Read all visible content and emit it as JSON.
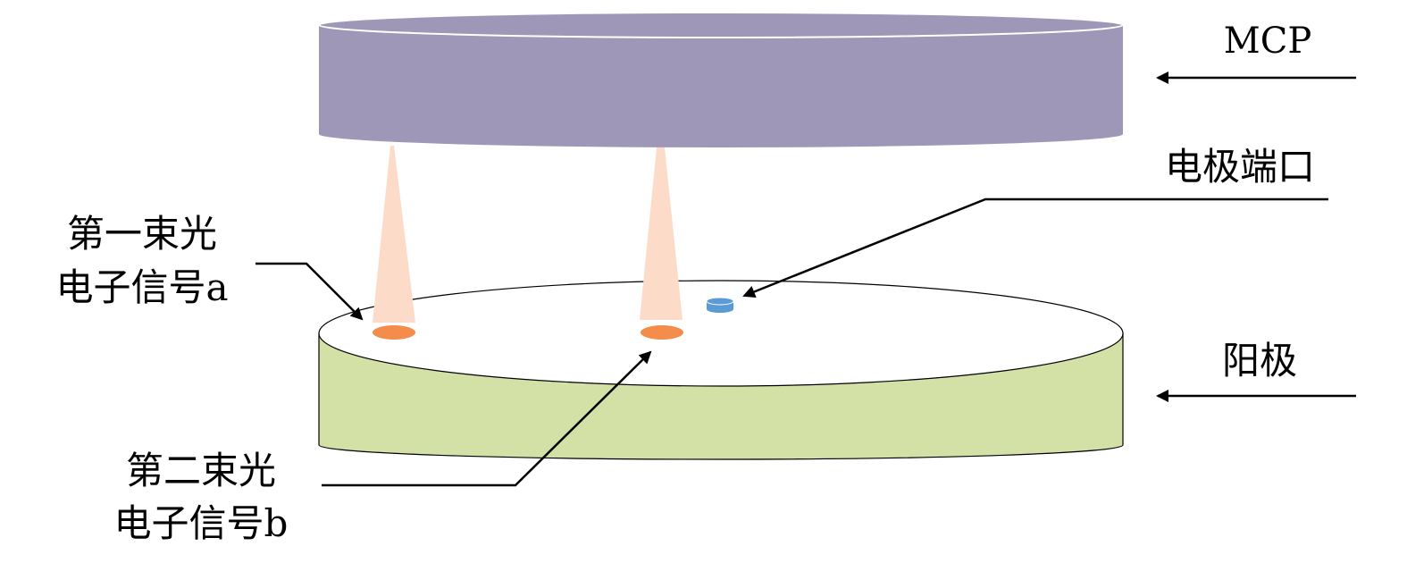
{
  "labels": {
    "mcp": "MCP",
    "electrode_port": "电极端口",
    "anode": "阳极",
    "signal_a_line1": "第一束光",
    "signal_a_line2": "电子信号a",
    "signal_b_line1": "第二束光",
    "signal_b_line2": "电子信号b"
  },
  "colors": {
    "mcp_plate": "#9e97b8",
    "anode_side": "#d3e0a6",
    "anode_top": "#ffffff",
    "beam": "#fcdcc8",
    "spot": "#f48c4c",
    "port": "#5b9bd5",
    "line": "#000000"
  }
}
